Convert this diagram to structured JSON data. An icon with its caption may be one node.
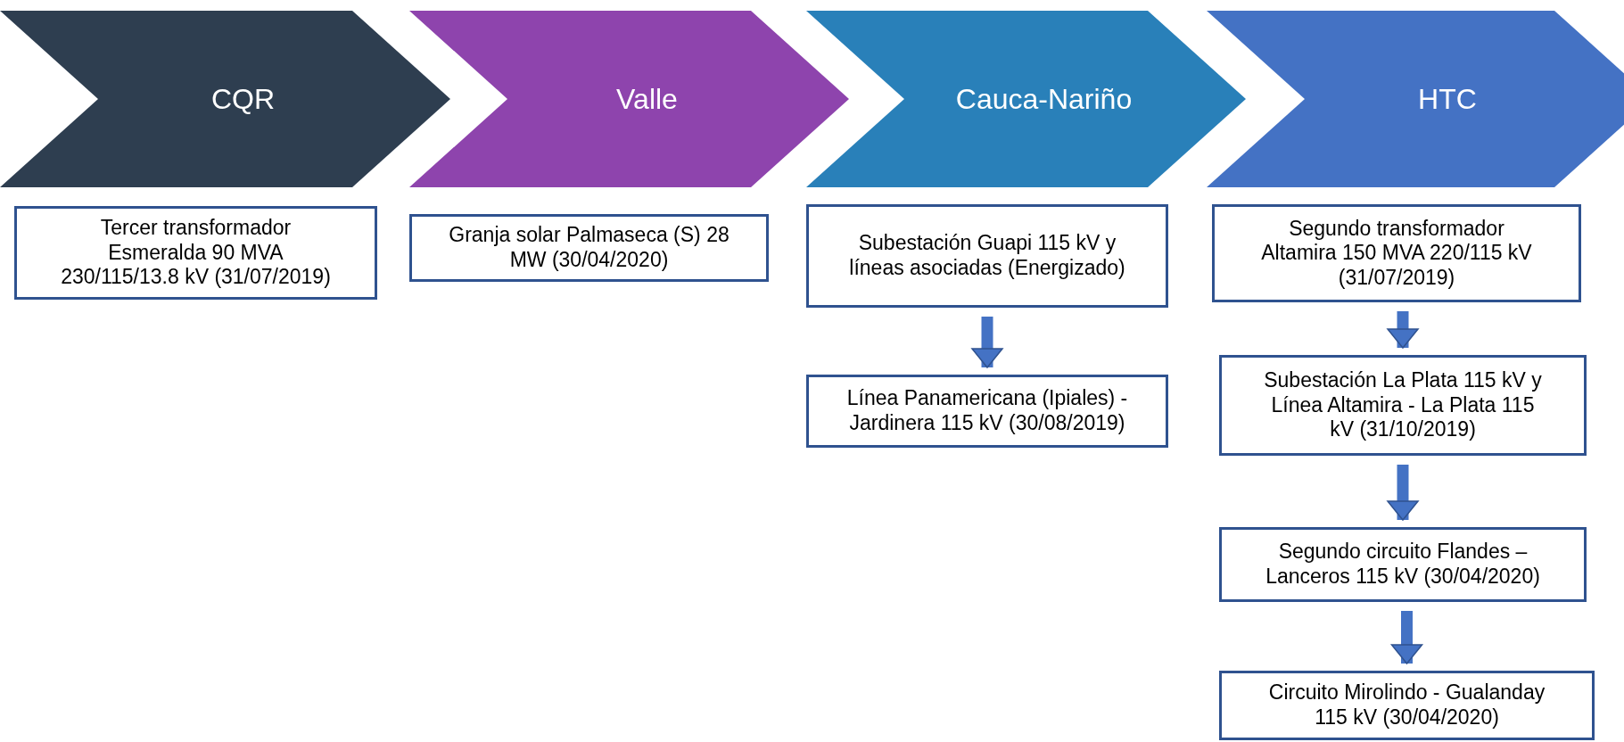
{
  "diagram": {
    "nodes": [
      {
        "text": [
          "CQR"
        ]
      },
      {
        "text": [
          "Valle"
        ]
      },
      {
        "text": [
          "Cauca-Nariño"
        ]
      },
      {
        "text": [
          "HTC"
        ]
      },
      {
        "text": [
          "Tercer transformador Esmeralda 90 MVA 230/115/13.8 kV (31/07/2019)"
        ]
      },
      {
        "text": [
          "Granja solar Palmaseca (S) 28 MW (30/04/2020)"
        ]
      },
      {
        "text": [
          "Subestación Guapi 115 kV y líneas asociadas (Energizado)"
        ]
      },
      {
        "text": [
          "Línea Panamericana (Ipiales) - Jardinera 115 kV (30/08/2019)"
        ]
      },
      {
        "text": [
          "Segundo transformador Altamira 150 MVA 220/115 kV (31/07/2019)"
        ]
      },
      {
        "text": [
          "Subestación La Plata 115 kV y Línea Altamira - La Plata 115 kV (31/10/2019)"
        ]
      },
      {
        "text": [
          "Segundo circuito Flandes – Lanceros 115 kV (30/04/2020)"
        ]
      },
      {
        "text": [
          "Circuito Mirolindo - Gualanday 115 kV (30/04/2020)"
        ]
      }
    ],
    "edges": [
      {
        "from": 6,
        "to": 7,
        "arrow": "to"
      },
      {
        "from": 8,
        "to": 9,
        "arrow": "to"
      },
      {
        "from": 9,
        "to": 10,
        "arrow": "to"
      },
      {
        "from": 10,
        "to": 11,
        "arrow": "to"
      }
    ]
  }
}
